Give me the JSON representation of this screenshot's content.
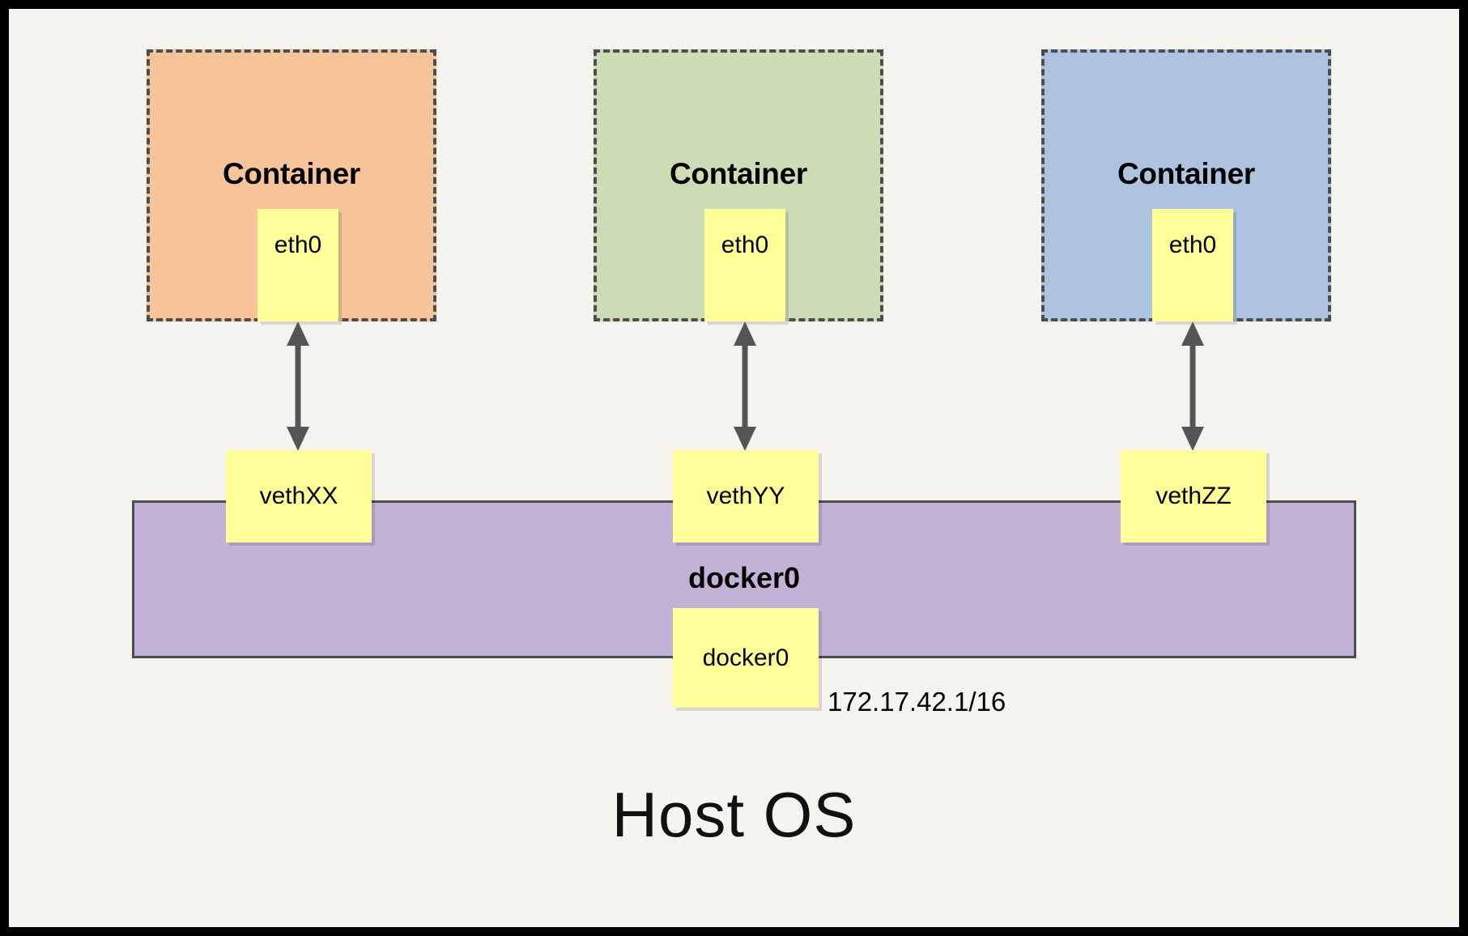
{
  "diagram": {
    "title_bottom": "Host OS",
    "bridge": {
      "label": "docker0",
      "interface_label": "docker0",
      "ip": "172.17.42.1/16",
      "color": "#c3b2d8"
    },
    "containers": [
      {
        "label": "Container",
        "interface": "eth0",
        "veth": "vethXX",
        "color": "#f7c398"
      },
      {
        "label": "Container",
        "interface": "eth0",
        "veth": "vethYY",
        "color": "#ccdcb4"
      },
      {
        "label": "Container",
        "interface": "eth0",
        "veth": "vethZZ",
        "color": "#aec3e0"
      }
    ],
    "colors": {
      "page_background": "#f5f4ef",
      "frame": "#000000",
      "interface_box": "#ffff99",
      "dash_border": "#4d4d4d",
      "arrow": "#555555"
    }
  }
}
